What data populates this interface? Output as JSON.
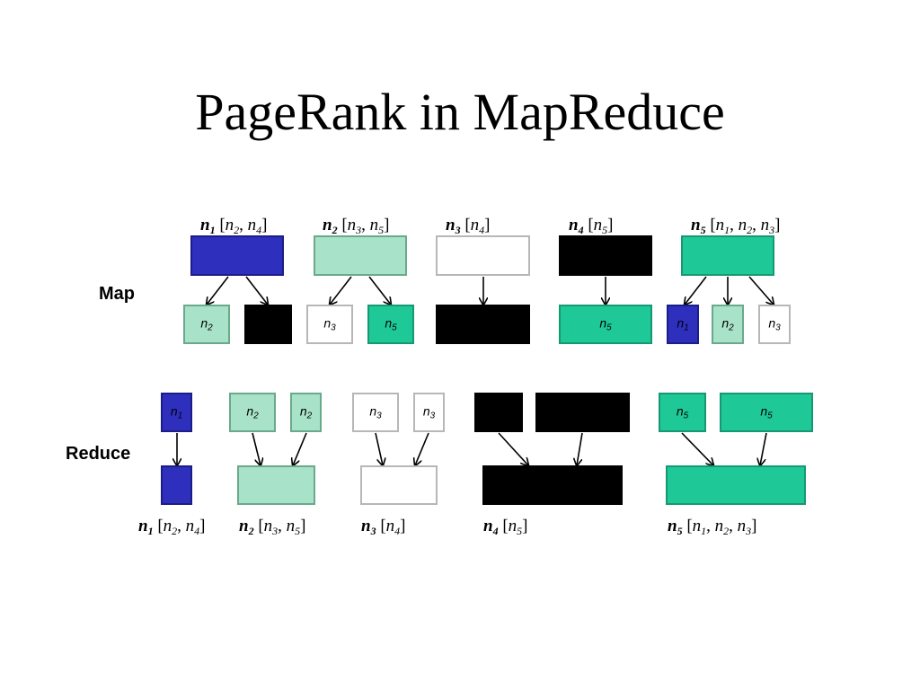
{
  "title": "PageRank in MapReduce",
  "phases": {
    "map": "Map",
    "reduce": "Reduce"
  },
  "colors": {
    "blue": "#2e2fbd",
    "light": "#a8e2c8",
    "teal": "#1ec997",
    "black": "#000000",
    "white": "#ffffff"
  },
  "adjacency": [
    {
      "node": "n1",
      "links": [
        "n2",
        "n4"
      ]
    },
    {
      "node": "n2",
      "links": [
        "n3",
        "n5"
      ]
    },
    {
      "node": "n3",
      "links": [
        "n4"
      ]
    },
    {
      "node": "n4",
      "links": [
        "n5"
      ]
    },
    {
      "node": "n5",
      "links": [
        "n1",
        "n2",
        "n3"
      ]
    }
  ],
  "map_outputs": [
    "n2",
    "",
    "n3",
    "n5",
    "",
    "n5",
    "n1",
    "n2",
    "n3"
  ],
  "reduce_inputs": [
    "n1",
    "n2",
    "n2",
    "n3",
    "n3",
    "",
    "",
    "n5",
    "n5"
  ]
}
